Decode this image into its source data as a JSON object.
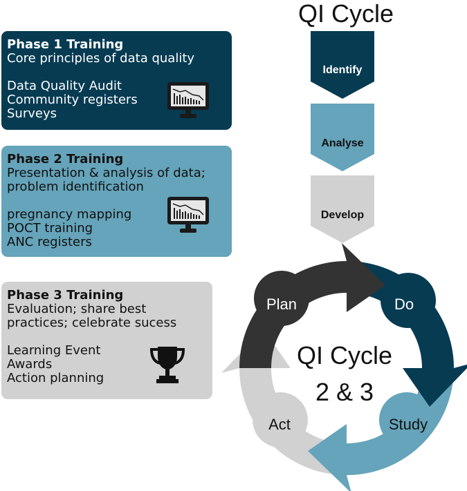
{
  "title": "QI Cycle",
  "phases": [
    {
      "title": "Phase 1 Training",
      "lines": [
        "Core principles of data quality"
      ],
      "items": [
        "Data Quality Audit",
        "Community registers",
        "Surveys"
      ],
      "icon": "monitor-chart-icon",
      "color": "#063b52"
    },
    {
      "title": "Phase 2 Training",
      "lines": [
        "Presentation & analysis of data;",
        "problem identification"
      ],
      "items": [
        "pregnancy mapping",
        "POCT training",
        "ANC registers"
      ],
      "icon": "monitor-chart-icon",
      "color": "#65a4ba"
    },
    {
      "title": "Phase 3 Training",
      "lines": [
        "Evaluation; share best",
        "practices; celebrate sucess"
      ],
      "items": [
        "Learning Event",
        "Awards",
        "Action planning"
      ],
      "icon": "trophy-icon",
      "color": "#d1d1d1"
    }
  ],
  "steps": [
    {
      "label": "Identify",
      "color": "#063b52"
    },
    {
      "label": "Analyse",
      "color": "#65a4ba"
    },
    {
      "label": "Develop",
      "color": "#d1d1d1"
    }
  ],
  "cycle": {
    "center_line1": "QI Cycle",
    "center_line2": "2 & 3",
    "segments": [
      {
        "label": "Plan",
        "color": "#333333"
      },
      {
        "label": "Do",
        "color": "#063b52"
      },
      {
        "label": "Study",
        "color": "#65a4ba"
      },
      {
        "label": "Act",
        "color": "#d1d1d1"
      }
    ]
  }
}
